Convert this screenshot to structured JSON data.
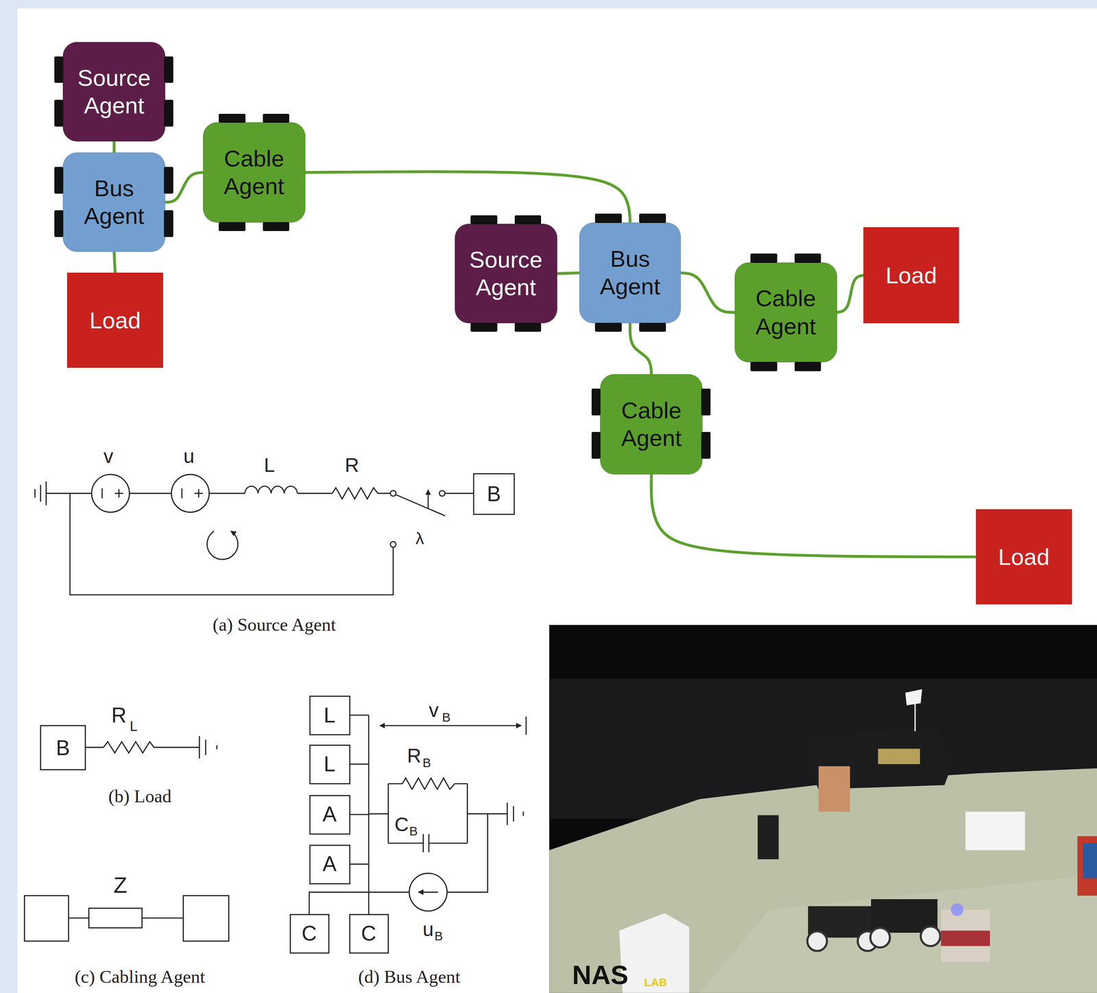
{
  "diagram": {
    "nodes": [
      {
        "text": [
          "Source Agent"
        ]
      },
      {
        "text": [
          "Bus Agent"
        ]
      },
      {
        "text": [
          "Cable Agent"
        ]
      },
      {
        "text": [
          "Load"
        ]
      },
      {
        "text": [
          "Source Agent"
        ]
      },
      {
        "text": [
          "Bus Agent"
        ]
      },
      {
        "text": [
          "Cable Agent"
        ]
      },
      {
        "text": [
          "Load"
        ]
      },
      {
        "text": [
          "Cable Agent"
        ]
      },
      {
        "text": [
          "Load"
        ]
      }
    ],
    "edges": [
      {
        "from": 0,
        "to": 1,
        "arrow": "none"
      },
      {
        "from": 1,
        "to": 3,
        "arrow": "none"
      },
      {
        "from": 1,
        "to": 2,
        "arrow": "none"
      },
      {
        "from": 2,
        "to": 5,
        "arrow": "none"
      },
      {
        "from": 4,
        "to": 5,
        "arrow": "none"
      },
      {
        "from": 5,
        "to": 6,
        "arrow": "none"
      },
      {
        "from": 6,
        "to": 7,
        "arrow": "none"
      },
      {
        "from": 5,
        "to": 8,
        "arrow": "none"
      },
      {
        "from": 8,
        "to": 9,
        "arrow": "none"
      }
    ],
    "labels": [
      "v",
      "u",
      "L",
      "R",
      "λ",
      "B",
      "(a) Source Agent",
      "B",
      "R",
      "L",
      "(b) Load",
      "Z",
      "(c) Cabling Agent",
      "L",
      "L",
      "A",
      "A",
      "C",
      "C",
      "v",
      "B",
      "R",
      "B",
      "C",
      "B",
      "u",
      "B",
      "(d) Bus Agent",
      "NAS",
      "LAB"
    ]
  }
}
